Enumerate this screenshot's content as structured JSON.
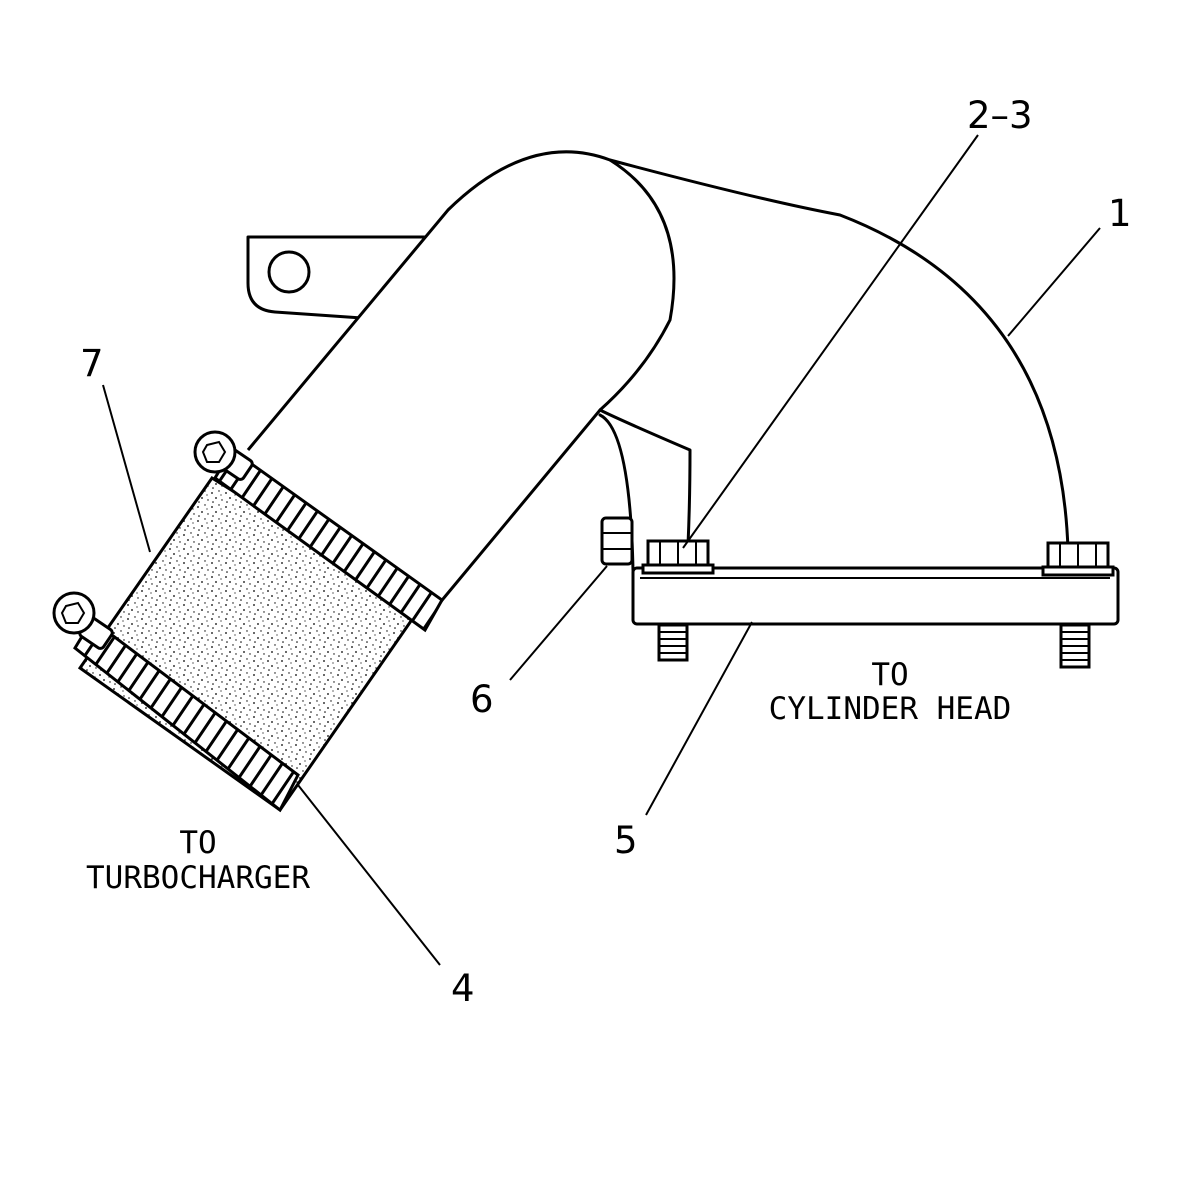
{
  "callouts": {
    "part_1": "1",
    "part_2_3": "2–3",
    "part_4": "4",
    "part_5": "5",
    "part_6": "6",
    "part_7": "7"
  },
  "labels": {
    "turbo_line1": "TO",
    "turbo_line2": "TURBOCHARGER",
    "head_line1": "TO",
    "head_line2": "CYLINDER HEAD"
  },
  "colors": {
    "ink": "#000000",
    "paper": "#ffffff"
  }
}
